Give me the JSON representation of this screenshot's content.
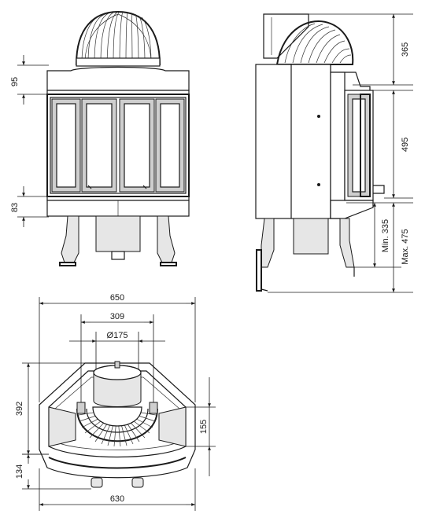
{
  "dimensions": {
    "front_upper": "95",
    "front_lower": "83",
    "side_top": "365",
    "side_middle": "495",
    "side_min": "Min. 335",
    "side_max": "Max. 475",
    "plan_width_outer": "650",
    "plan_width_inner": "309",
    "plan_flue_diameter": "Ø175",
    "plan_depth": "392",
    "plan_front_depth": "134",
    "plan_side": "155",
    "plan_width_bottom": "630"
  }
}
